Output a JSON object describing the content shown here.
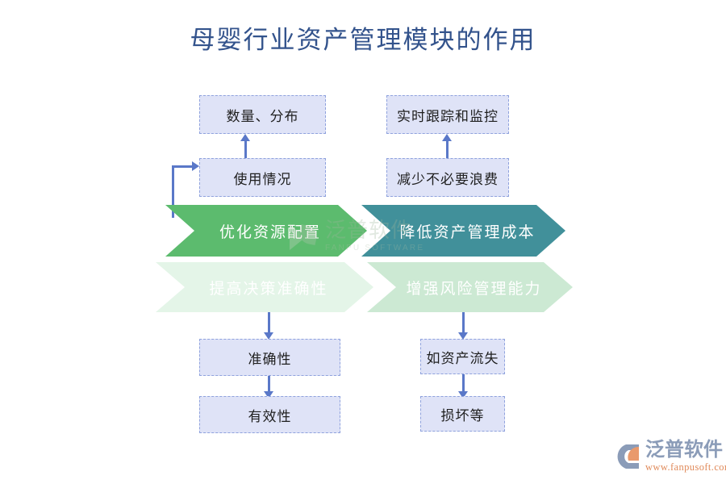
{
  "page": {
    "title": "母婴行业资产管理模块的作用",
    "background_color": "#ffffff"
  },
  "colors": {
    "title_text": "#33538c",
    "box_fill": "#dfe3f7",
    "box_border": "#8fa2dd",
    "connector": "#5a78c8",
    "chevron_green": "#5cbb6e",
    "chevron_teal": "#41909a",
    "chevron_pale_green": "#e4f5e8",
    "chevron_light_green": "#cce9d3",
    "chevron_light_text": "#ffffff",
    "logo_text": "#8b9cb8",
    "logo_url": "#e08a5a"
  },
  "diagram": {
    "top_boxes": [
      {
        "id": "quantity-distribution",
        "label": "数量、分布"
      },
      {
        "id": "usage-status",
        "label": "使用情况"
      },
      {
        "id": "realtime-tracking",
        "label": "实时跟踪和监控"
      },
      {
        "id": "reduce-waste",
        "label": "减少不必要浪费"
      }
    ],
    "chevrons": [
      {
        "id": "optimize-resource-allocation",
        "label": "优化资源配置",
        "fill": "#5cbb6e",
        "text_color": "#ffffff"
      },
      {
        "id": "reduce-asset-cost",
        "label": "降低资产管理成本",
        "fill": "#41909a",
        "text_color": "#ffffff"
      },
      {
        "id": "improve-decision-accuracy",
        "label": "提高决策准确性",
        "fill": "#e4f5e8",
        "text_color": "#ffffff"
      },
      {
        "id": "enhance-risk-management",
        "label": "增强风险管理能力",
        "fill": "#cce9d3",
        "text_color": "#ffffff"
      }
    ],
    "bottom_boxes": [
      {
        "id": "accuracy",
        "label": "准确性"
      },
      {
        "id": "effectiveness",
        "label": "有效性"
      },
      {
        "id": "asset-loss",
        "label": "如资产流失"
      },
      {
        "id": "damage-etc",
        "label": "损坏等"
      }
    ]
  },
  "watermark": {
    "company_cn": "泛普软件",
    "company_en": "FANPU SOFTWARE"
  },
  "logo": {
    "company_cn": "泛普软件",
    "url": "www.fanpusoft.com"
  }
}
